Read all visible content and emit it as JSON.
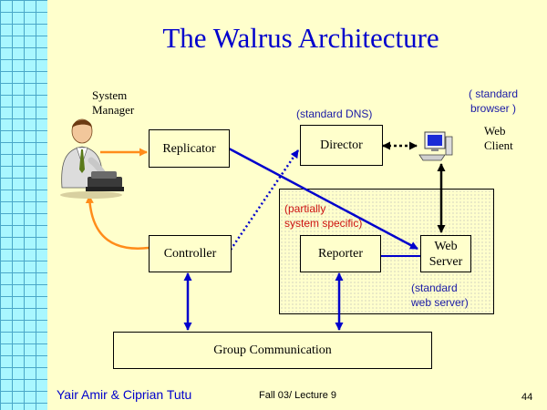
{
  "slide": {
    "title": "The Walrus Architecture",
    "page_number": "44"
  },
  "footer": {
    "authors": "Yair Amir & Ciprian Tutu",
    "lecture": "Fall 03/ Lecture 9"
  },
  "diagram": {
    "nodes": {
      "replicator": "Replicator",
      "director": "Director",
      "controller": "Controller",
      "reporter": "Reporter",
      "web_server": "Web\nServer",
      "group_communication": "Group Communication"
    },
    "labels": {
      "system_manager": "System\nManager",
      "standard_dns": "(standard DNS)",
      "standard_browser": "( standard\nbrowser )",
      "web_client": "Web\nClient",
      "partially_system_specific": "(partially\nsystem specific)",
      "standard_web_server": "(standard\nweb server)"
    },
    "icons": [
      "person-at-computer-icon",
      "computer-icon"
    ],
    "colors": {
      "title": "#0000cc",
      "manager_arrows": "#ff8c1a",
      "communication_arrows": "#0000cc",
      "dns_link": "#0000cc",
      "client_link": "#000000",
      "annotation_blue": "#1a1aa6",
      "annotation_red": "#cc1111",
      "background": "#ffffcc",
      "grid": "#a9f7ff"
    }
  }
}
